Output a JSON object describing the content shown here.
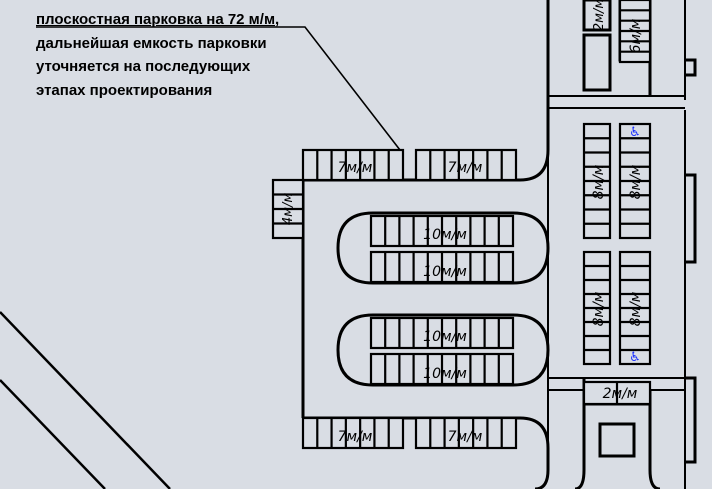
{
  "note": {
    "lines": [
      "плоскостная парковка на 72 м/м,",
      "дальнейшая емкость парковки",
      "уточняется на последующих",
      "этапах проектирования"
    ]
  },
  "parking_labels": {
    "top_left": "7м/м",
    "top_right": "7м/м",
    "left_side": "4м/м",
    "island1_a": "10м/м",
    "island1_b": "10м/м",
    "island2_a": "10м/м",
    "island2_b": "10м/м",
    "bottom_left": "7м/м",
    "bottom_right": "7м/м",
    "right_a1": "8м/м",
    "right_a2": "8м/м",
    "right_b1": "8м/м",
    "right_b2": "8м/м",
    "right_top": "6м/м",
    "right_top_small": "2м/м",
    "bottom_small": "2м/м"
  },
  "icons": {
    "accessible_symbol": "♿"
  },
  "colors": {
    "background": "#d9dde4",
    "line": "#000000",
    "accessible": "#1a2fff"
  }
}
